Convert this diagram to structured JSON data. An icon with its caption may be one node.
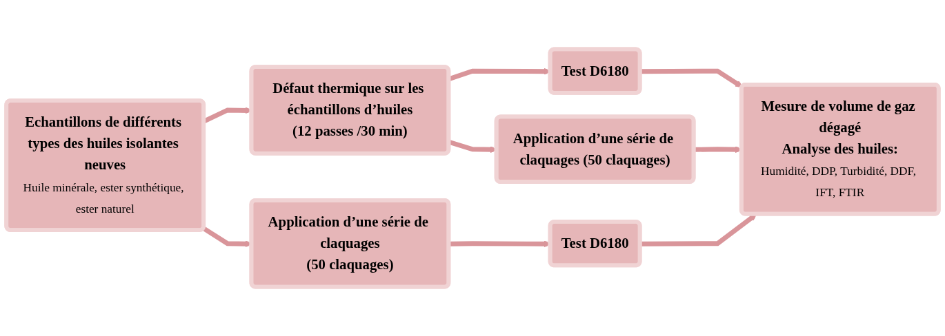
{
  "diagram": {
    "nodes": [
      {
        "text": [
          "Echantillons de différents types des huiles isolantes neuves",
          "Huile minérale, ester synthétique, ester naturel"
        ]
      },
      {
        "text": [
          "Défaut thermique sur les échantillons d’huiles",
          "(12 passes /30 min)"
        ]
      },
      {
        "text": [
          "Application d’une série de claquages",
          "(50 claquages)"
        ]
      },
      {
        "text": [
          "Test D6180"
        ]
      },
      {
        "text": [
          "Application d’une série de claquages (50 claquages)"
        ]
      },
      {
        "text": [
          "Test D6180"
        ]
      },
      {
        "text": [
          "Mesure de volume de gaz dégagé",
          "Analyse des huiles:",
          "Humidité, DDP, Turbidité, DDF, IFT, FTIR"
        ]
      }
    ],
    "edges": [
      {
        "from": 0,
        "to": 1,
        "arrow": "to"
      },
      {
        "from": 0,
        "to": 2,
        "arrow": "to"
      },
      {
        "from": 1,
        "to": 3,
        "arrow": "to"
      },
      {
        "from": 1,
        "to": 4,
        "arrow": "to"
      },
      {
        "from": 2,
        "to": 5,
        "arrow": "to"
      },
      {
        "from": 3,
        "to": 6,
        "arrow": "to"
      },
      {
        "from": 4,
        "to": 6,
        "arrow": "to"
      },
      {
        "from": 5,
        "to": 6,
        "arrow": "to"
      }
    ]
  }
}
